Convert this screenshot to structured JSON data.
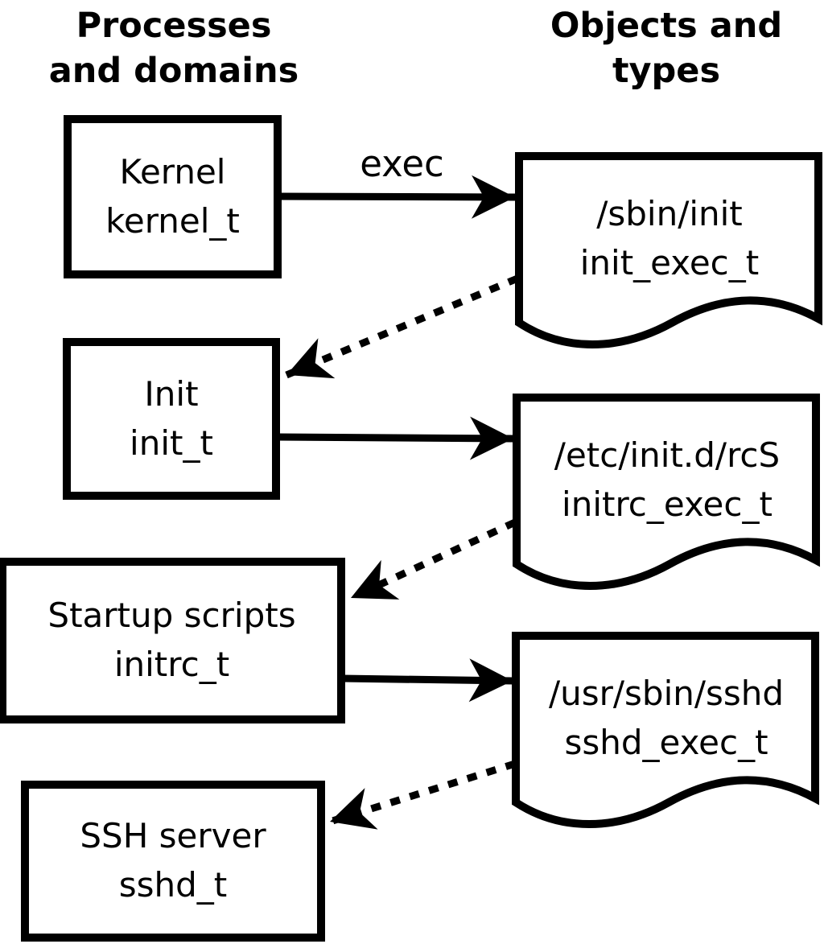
{
  "columns": {
    "left_title_line1": "Processes",
    "left_title_line2": "and domains",
    "right_title_line1": "Objects and",
    "right_title_line2": "types"
  },
  "processes": [
    {
      "label": "Kernel",
      "domain": "kernel_t"
    },
    {
      "label": "Init",
      "domain": "init_t"
    },
    {
      "label": "Startup scripts",
      "domain": "initrc_t"
    },
    {
      "label": "SSH server",
      "domain": "sshd_t"
    }
  ],
  "objects": [
    {
      "path": "/sbin/init",
      "type": "init_exec_t"
    },
    {
      "path": "/etc/init.d/rcS",
      "type": "initrc_exec_t"
    },
    {
      "path": "/usr/sbin/sshd",
      "type": "sshd_exec_t"
    }
  ],
  "arrows": {
    "exec_label": "exec"
  },
  "colors": {
    "line": "#000000",
    "background": "#ffffff"
  }
}
